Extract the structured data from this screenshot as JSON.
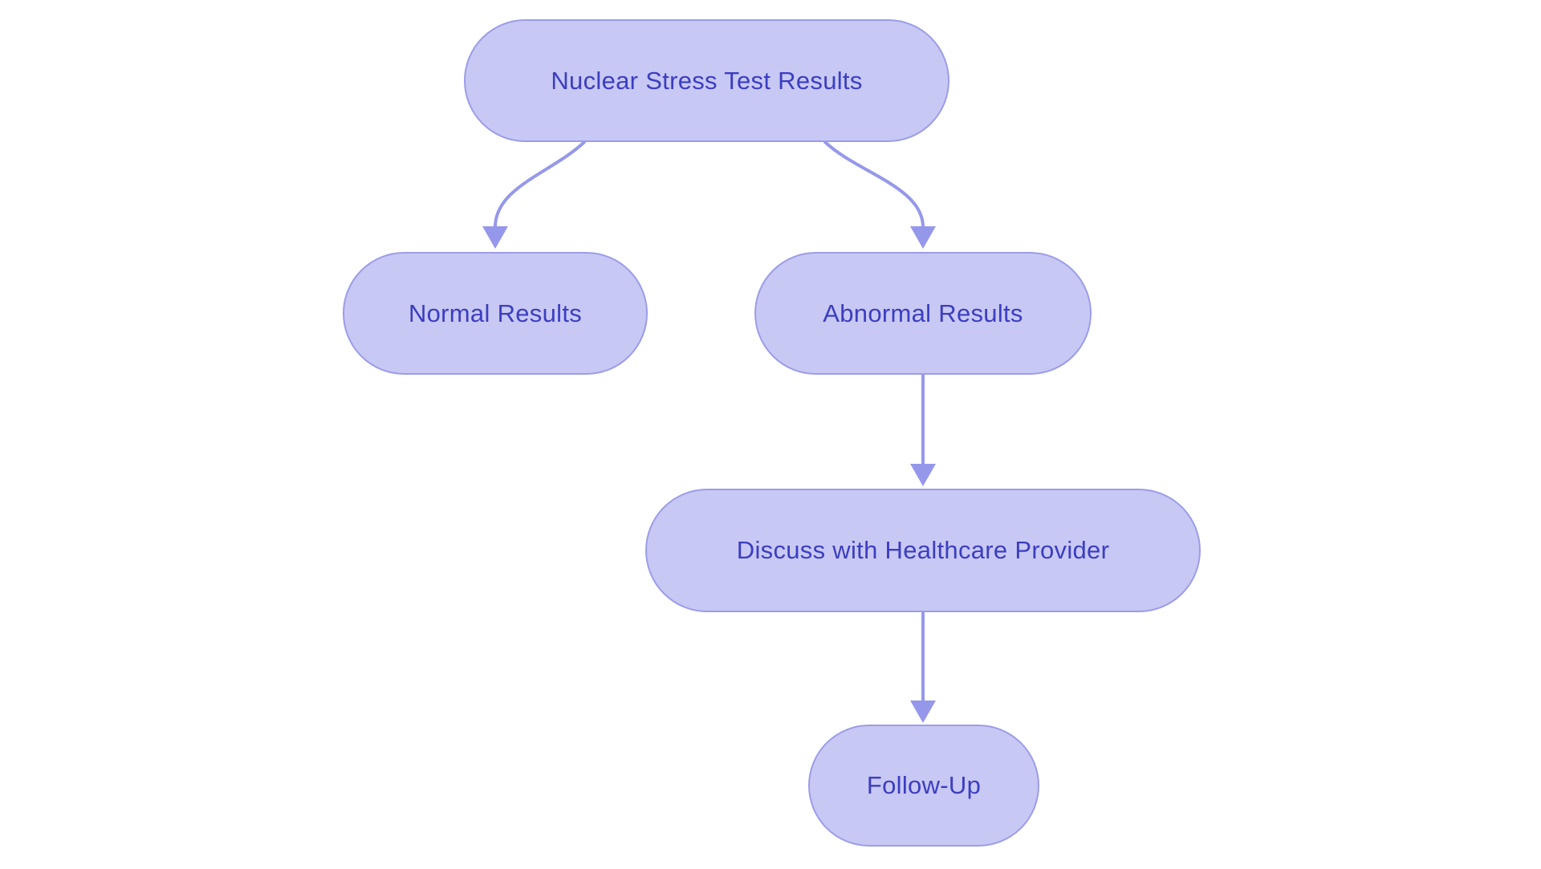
{
  "diagram": {
    "type": "flowchart",
    "direction": "top-down",
    "title": "Nuclear Stress Test Results flowchart",
    "colors": {
      "node_fill": "#c8c8f4",
      "node_border": "#9b9de9",
      "node_text": "#3b3ec0",
      "arrow": "#9598ea",
      "page_bg": "#ffffff"
    },
    "nodes": {
      "root": {
        "label": "Nuclear Stress Test Results"
      },
      "normal": {
        "label": "Normal Results"
      },
      "abnormal": {
        "label": "Abnormal Results"
      },
      "discuss": {
        "label": "Discuss with Healthcare Provider"
      },
      "followup": {
        "label": "Follow-Up"
      }
    },
    "edges": [
      {
        "from": "root",
        "to": "normal",
        "style": "curved",
        "arrow": "filled-triangle"
      },
      {
        "from": "root",
        "to": "abnormal",
        "style": "curved",
        "arrow": "filled-triangle"
      },
      {
        "from": "abnormal",
        "to": "discuss",
        "style": "straight",
        "arrow": "filled-triangle"
      },
      {
        "from": "discuss",
        "to": "followup",
        "style": "straight",
        "arrow": "filled-triangle"
      }
    ]
  }
}
